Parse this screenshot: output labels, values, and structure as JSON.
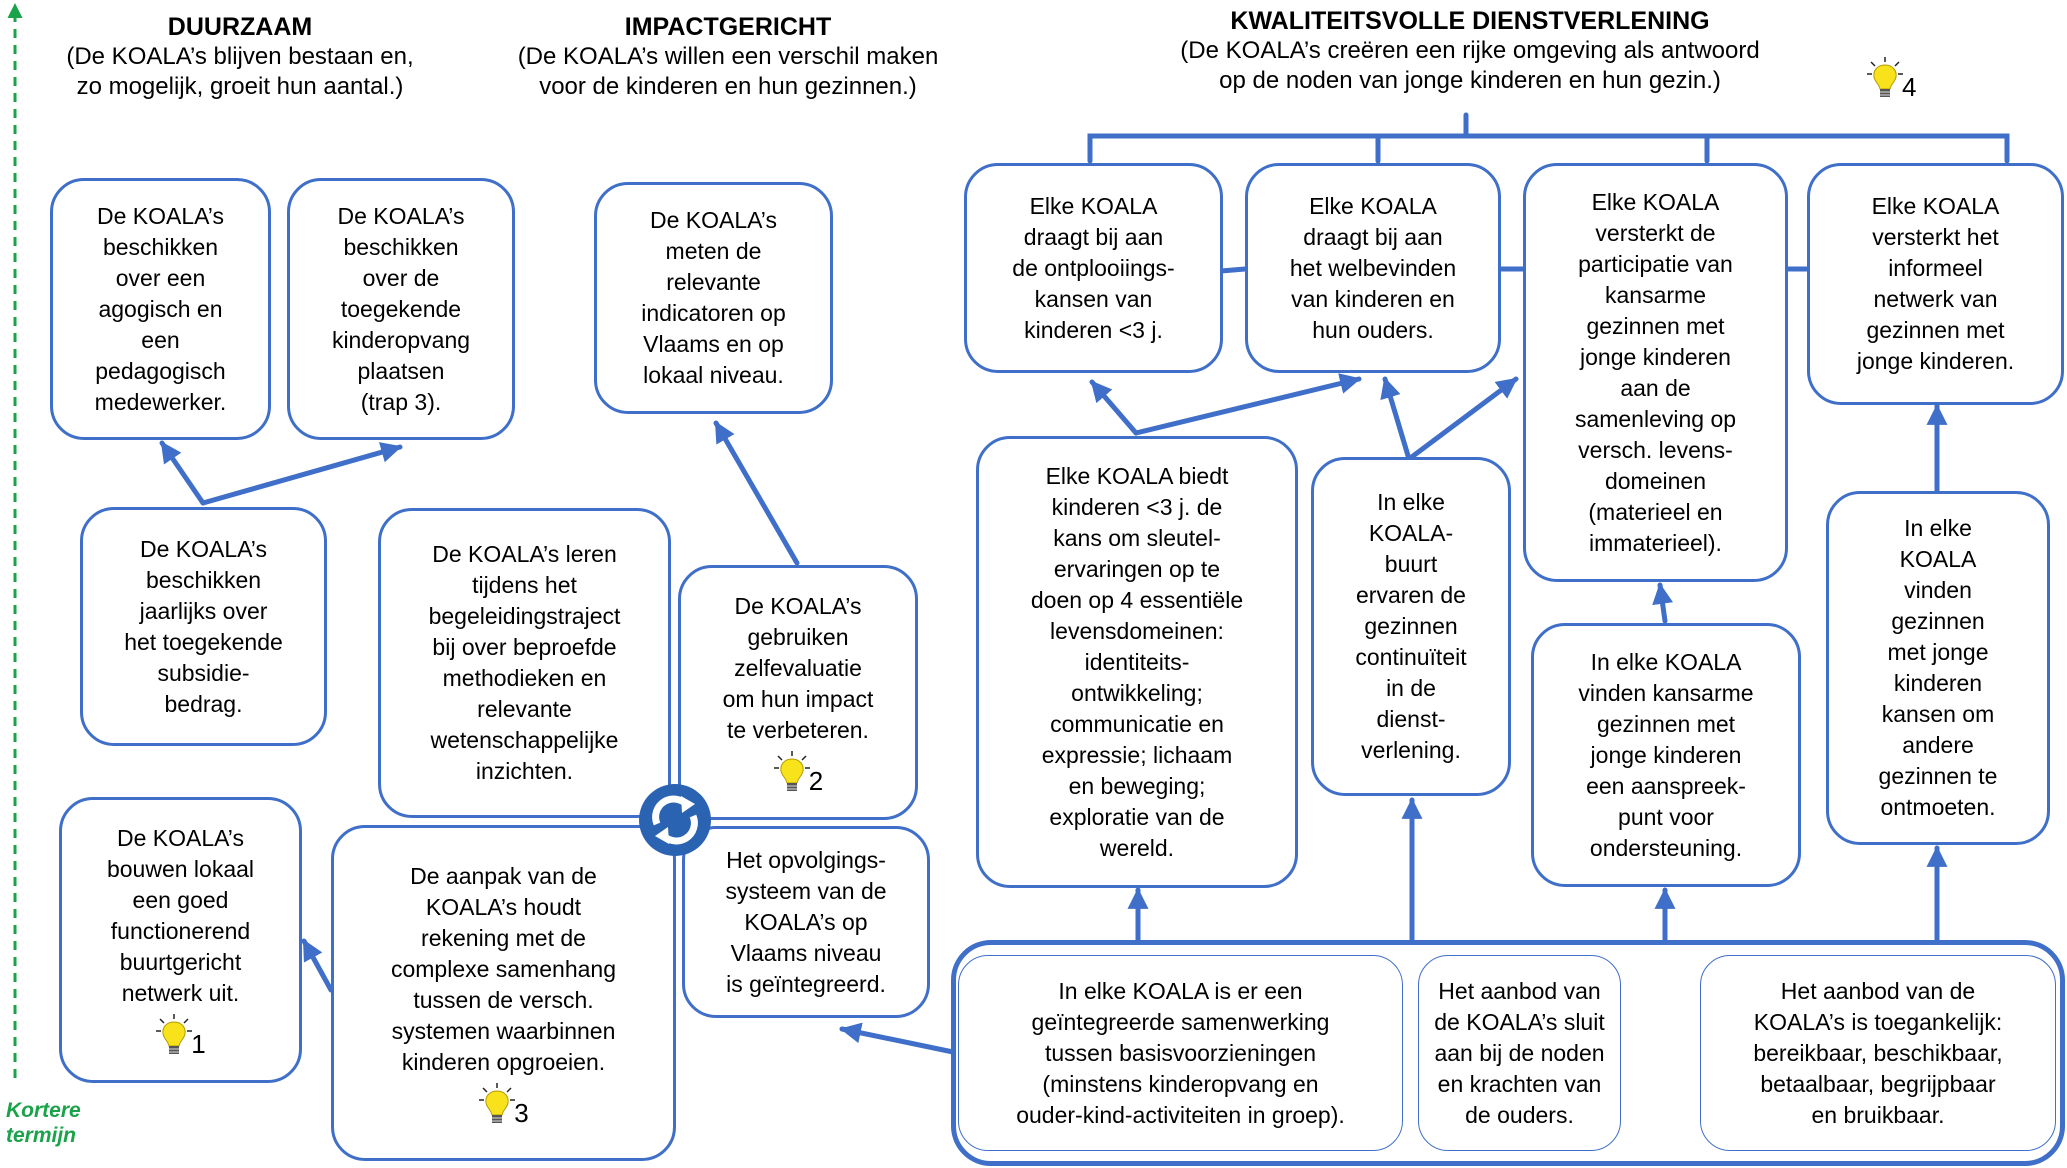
{
  "colors": {
    "box_border": "#3f6fc8",
    "timeline": "#1aa34a",
    "bulb": "#f7e21b"
  },
  "headers": {
    "duurzaam": {
      "title": "DUURZAAM",
      "sub": "(De KOALA’s blijven bestaan en,\nzo mogelijk, groeit hun aantal.)"
    },
    "impact": {
      "title": "IMPACTGERICHT",
      "sub": "(De KOALA’s willen een verschil maken\nvoor de kinderen en hun gezinnen.)"
    },
    "kwaliteit": {
      "title": "KWALITEITSVOLLE DIENSTVERLENING",
      "sub": "(De KOALA’s creëren een rijke omgeving als antwoord\nop de noden van jonge kinderen en hun gezin.)"
    }
  },
  "timeline_label": "Kortere\ntermijn",
  "icons": {
    "bulb": "lightbulb-icon",
    "cycle": "cycle-icon"
  },
  "bulb_numbers": {
    "b1": "1",
    "b2": "2",
    "b3": "3",
    "b4": "4"
  },
  "boxes": {
    "agogisch": "De KOALA’s\nbeschikken\nover een\nagogisch en\neen\npedagogisch\nmedewerker.",
    "plaatsen": "De KOALA’s\nbeschikken\nover de\ntoegekende\nkinderopvang\nplaatsen\n(trap 3).",
    "subsidie": "De KOALA’s\nbeschikken\njaarlijks over\nhet toegekende\nsubsidie-\nbedrag.",
    "netwerk_lokaal": "De KOALA’s\nbouwen lokaal\neen goed\nfunctionerend\nbuurtgericht\nnetwerk uit.",
    "meten": "De KOALA’s\nmeten de\nrelevante\nindicatoren op\nVlaams en op\nlokaal niveau.",
    "leren": "De KOALA’s leren\ntijdens het\nbegeleidingstraject\nbij over beproefde\nmethodieken en\nrelevante\nwetenschappelijke\ninzichten.",
    "zelfevaluatie": "De KOALA’s\ngebruiken\nzelfevaluatie\nom hun impact\nte verbeteren.",
    "aanpak": "De aanpak van de\nKOALA’s houdt\nrekening met de\ncomplexe samenhang\ntussen de versch.\nsystemen waarbinnen\nkinderen opgroeien.",
    "opvolging": "Het opvolgings-\nsysteem van de\nKOALA’s op\nVlaams niveau\nis geïntegreerd.",
    "ontplooiing": "Elke KOALA\ndraagt bij aan\nde ontplooiings-\nkansen van\nkinderen <3 j.",
    "welbevinden": "Elke KOALA\ndraagt bij aan\nhet welbevinden\nvan kinderen en\nhun ouders.",
    "participatie": "Elke KOALA\nversterkt de\nparticipatie van\nkansarme\ngezinnen met\njonge kinderen\naan de\nsamenleving op\nversch. levens-\ndomeinen\n(materieel en\nimmaterieel).",
    "informeel": "Elke KOALA\nversterkt het\ninformeel\nnetwerk van\ngezinnen met\njonge kinderen.",
    "sleutel": "Elke KOALA biedt\nkinderen <3 j. de\nkans om sleutel-\nervaringen op te\ndoen op 4 essentiële\nlevensdomeinen:\nidentiteits-\nontwikkeling;\ncommunicatie en\nexpressie; lichaam\nen beweging;\nexploratie van de\nwereld.",
    "continuiteit": "In elke\nKOALA-\nbuurt\nervaren de\ngezinnen\ncontinuïteit\nin de\ndienst-\nverlening.",
    "aanspreekpunt": "In elke KOALA\nvinden kansarme\ngezinnen met\njonge kinderen\neen aanspreek-\npunt voor\nondersteuning.",
    "ontmoeten": "In elke\nKOALA\nvinden\ngezinnen\nmet jonge\nkinderen\nkansen om\nandere\ngezinnen te\nontmoeten.",
    "samenwerking": "In elke KOALA is er een\ngeïntegreerde samenwerking\ntussen basisvoorzieningen\n(minstens kinderopvang en\nouder-kind-activiteiten in groep).",
    "aanbod_noden": "Het aanbod van\nde KOALA’s sluit\naan bij de noden\nen krachten van\nde ouders.",
    "toegankelijk": "Het aanbod van de\nKOALA’s is toegankelijk:\nbereikbaar, beschikbaar,\nbetaalbaar, begrijpbaar\nen bruikbaar."
  }
}
